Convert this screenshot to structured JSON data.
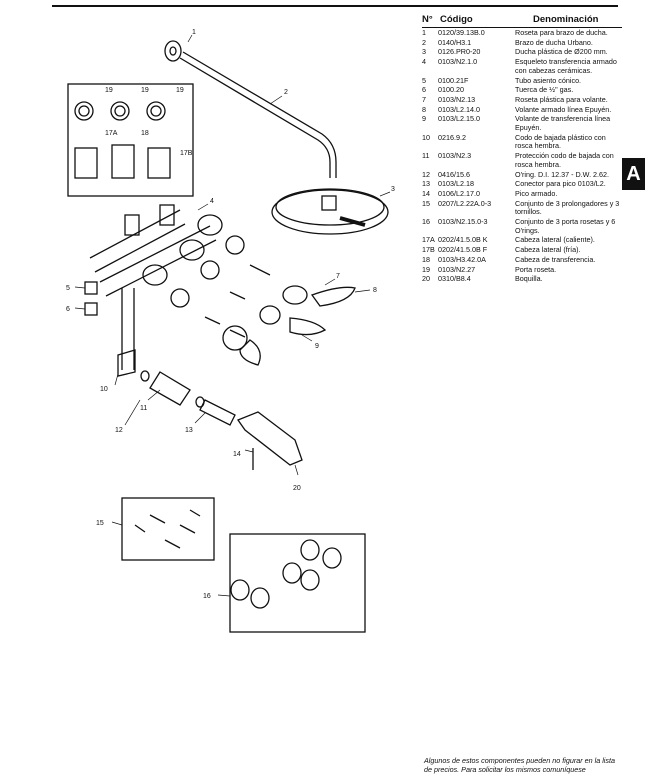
{
  "table": {
    "headers": {
      "no": "N°",
      "code": "Código",
      "name": "Denominación"
    },
    "rows": [
      {
        "n": "1",
        "code": "0120/39.13B.0",
        "desc": "Roseta para brazo de ducha."
      },
      {
        "n": "2",
        "code": "0140/H3.1",
        "desc": "Brazo de ducha Urbano."
      },
      {
        "n": "3",
        "code": "0126.PR0-20",
        "desc": "Ducha plástica de Ø200 mm."
      },
      {
        "n": "4",
        "code": "0103/N2.1.0",
        "desc": "Esqueleto transferencia armado con cabezas cerámicas."
      },
      {
        "n": "5",
        "code": "0100.21F",
        "desc": "Tubo asiento cónico."
      },
      {
        "n": "6",
        "code": "0100.20",
        "desc": "Tuerca de ½\" gas."
      },
      {
        "n": "7",
        "code": "0103/N2.13",
        "desc": "Roseta plástica para volante."
      },
      {
        "n": "8",
        "code": "0103/L2.14.0",
        "desc": "Volante armado línea Epuyén."
      },
      {
        "n": "9",
        "code": "0103/L2.15.0",
        "desc": "Volante de transferencia línea Epuyén."
      },
      {
        "n": "10",
        "code": "0216.9.2",
        "desc": "Codo de bajada plástico con rosca hembra."
      },
      {
        "n": "11",
        "code": "0103/N2.3",
        "desc": "Protección codo de bajada con rosca hembra."
      },
      {
        "n": "12",
        "code": "0416/15.6",
        "desc": "O'ring. D.I. 12.37 - D.W. 2.62."
      },
      {
        "n": "13",
        "code": "0103/L2.18",
        "desc": "Conector para pico 0103/L2."
      },
      {
        "n": "14",
        "code": "0106/L2.17.0",
        "desc": "Pico armado."
      },
      {
        "n": "15",
        "code": "0207/L2.22A.0-3",
        "desc": "Conjunto de 3 prolongadores y 3 tornillos."
      },
      {
        "n": "16",
        "code": "0103/N2.15.0-3",
        "desc": "Conjunto de 3 porta rosetas y 6 O'rings."
      },
      {
        "n": "17A",
        "code": "0202/41.5.0B K",
        "desc": "Cabeza lateral (caliente)."
      },
      {
        "n": "17B",
        "code": "0202/41.5.0B F",
        "desc": "Cabeza lateral (fría)."
      },
      {
        "n": "18",
        "code": "0103/H3.42.0A",
        "desc": "Cabeza de transferencia."
      },
      {
        "n": "19",
        "code": "0103/N2.27",
        "desc": "Porta roseta."
      },
      {
        "n": "20",
        "code": "0310/B8.4",
        "desc": "Boquilla."
      }
    ]
  },
  "section_tab": "A",
  "footnote": "Algunos de estos componentes pueden no figurar en la lista de precios. Para solicitar los mismos comuníquese",
  "callouts": [
    "1",
    "2",
    "3",
    "4",
    "5",
    "6",
    "7",
    "8",
    "9",
    "10",
    "11",
    "12",
    "13",
    "14",
    "15",
    "16",
    "17A",
    "17B",
    "18",
    "19",
    "20"
  ]
}
